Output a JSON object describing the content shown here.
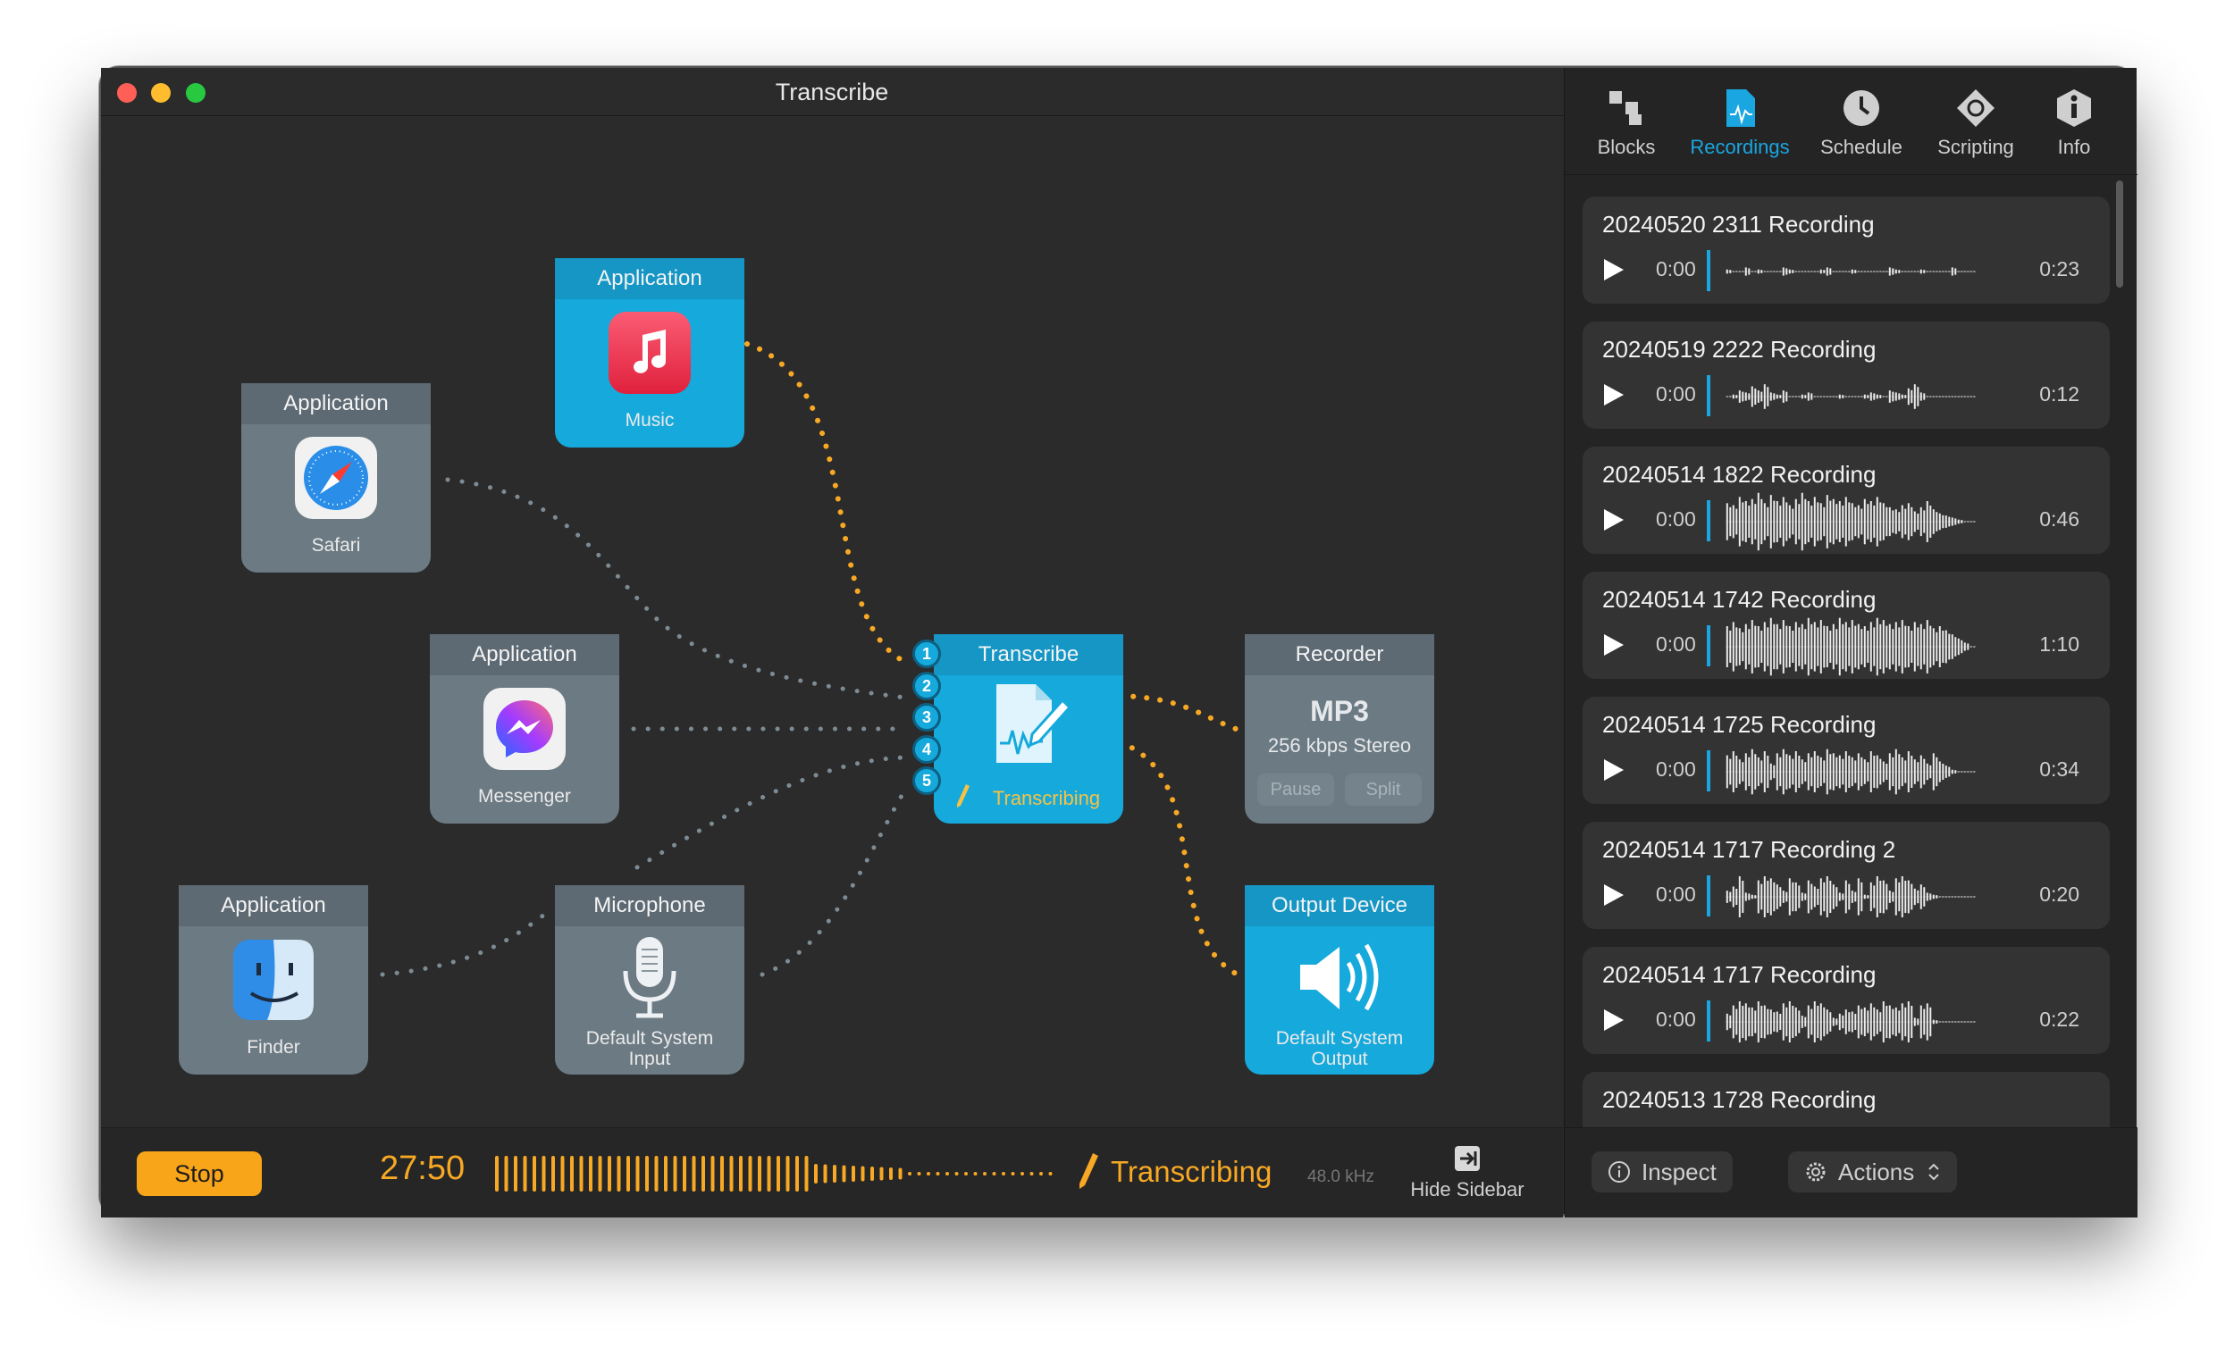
{
  "window": {
    "title": "Transcribe"
  },
  "blocks": {
    "music": {
      "header": "Application",
      "label": "Music"
    },
    "safari": {
      "header": "Application",
      "label": "Safari"
    },
    "messenger": {
      "header": "Application",
      "label": "Messenger"
    },
    "finder": {
      "header": "Application",
      "label": "Finder"
    },
    "microphone": {
      "header": "Microphone",
      "label_line1": "Default System",
      "label_line2": "Input"
    },
    "transcribe": {
      "header": "Transcribe",
      "status": "Transcribing",
      "ports": [
        "1",
        "2",
        "3",
        "4",
        "5"
      ]
    },
    "recorder": {
      "header": "Recorder",
      "format": "MP3",
      "detail": "256 kbps Stereo",
      "pause_label": "Pause",
      "split_label": "Split"
    },
    "output": {
      "header": "Output Device",
      "label_line1": "Default System",
      "label_line2": "Output"
    }
  },
  "bottombar": {
    "stop_label": "Stop",
    "timer": "27:50",
    "status": "Transcribing",
    "sample_rate": "48.0 kHz",
    "hide_sidebar_label": "Hide Sidebar"
  },
  "sidebar": {
    "tabs": [
      {
        "label": "Blocks",
        "icon": "blocks-icon"
      },
      {
        "label": "Recordings",
        "icon": "recordings-icon"
      },
      {
        "label": "Schedule",
        "icon": "clock-icon"
      },
      {
        "label": "Scripting",
        "icon": "scripting-icon"
      },
      {
        "label": "Info",
        "icon": "info-icon"
      }
    ],
    "active_tab": "Recordings",
    "recordings": [
      {
        "title": "20240520 2311 Recording",
        "start": "0:00",
        "duration": "0:23"
      },
      {
        "title": "20240519 2222 Recording",
        "start": "0:00",
        "duration": "0:12"
      },
      {
        "title": "20240514 1822 Recording",
        "start": "0:00",
        "duration": "0:46"
      },
      {
        "title": "20240514 1742 Recording",
        "start": "0:00",
        "duration": "1:10"
      },
      {
        "title": "20240514 1725 Recording",
        "start": "0:00",
        "duration": "0:34"
      },
      {
        "title": "20240514 1717 Recording 2",
        "start": "0:00",
        "duration": "0:20"
      },
      {
        "title": "20240514 1717 Recording",
        "start": "0:00",
        "duration": "0:22"
      },
      {
        "title": "20240513 1728 Recording",
        "start": "",
        "duration": ""
      }
    ],
    "inspect_label": "Inspect",
    "actions_label": "Actions"
  },
  "colors": {
    "accent": "#16a9dc",
    "orange": "#f7a824",
    "block_gray": "#6c7a83"
  }
}
